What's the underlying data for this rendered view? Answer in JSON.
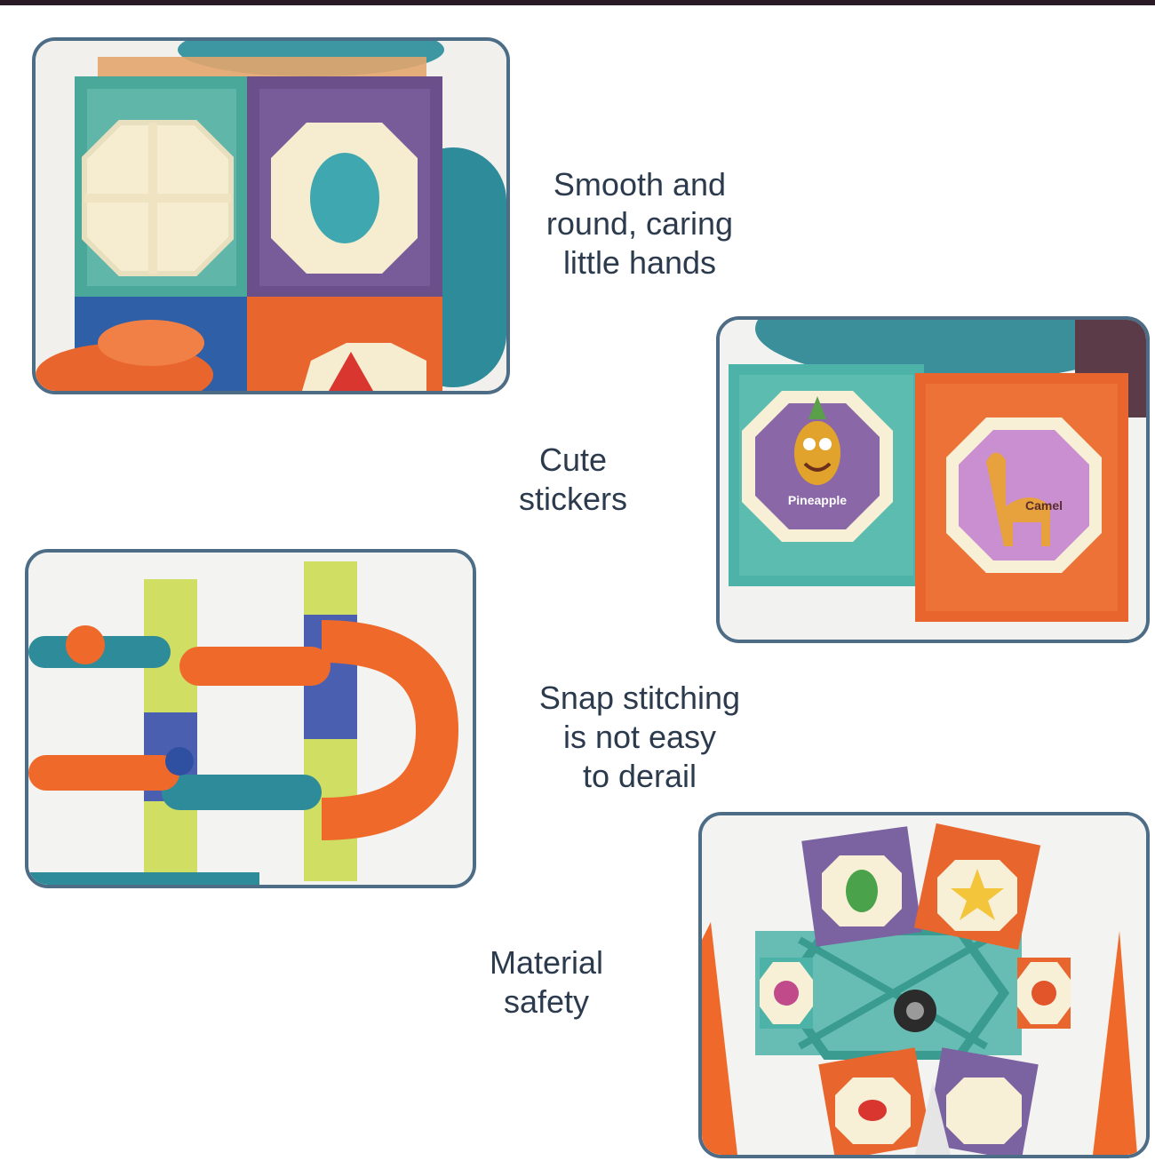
{
  "features": [
    {
      "lines": [
        "Smooth and",
        "round, caring",
        "little hands"
      ]
    },
    {
      "lines": [
        "Cute",
        "stickers"
      ]
    },
    {
      "lines": [
        "Snap stitching",
        "is not easy",
        "to derail"
      ]
    },
    {
      "lines": [
        "Material",
        "safety"
      ]
    }
  ],
  "stickers": {
    "pineapple": "Pineapple",
    "camel": "Camel"
  },
  "colors": {
    "frame_border": "#4d6c86",
    "caption_text": "#2c3a4d",
    "tile_green": "#3fa79b",
    "tile_purple": "#6b4f8a",
    "tile_orange": "#e8662e",
    "tile_blue": "#2f5fa6",
    "tube_teal": "#2e8c9a",
    "tile_yellow": "#c9d94a"
  }
}
